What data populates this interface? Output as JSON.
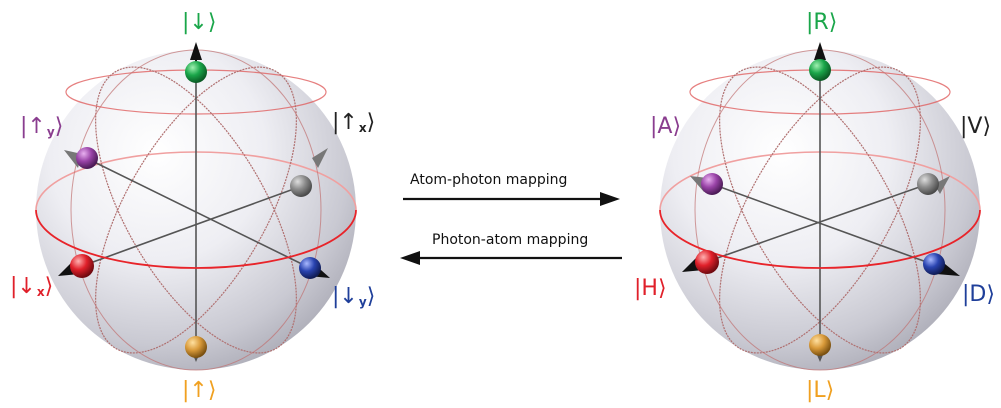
{
  "left_sphere": {
    "top": {
      "text": "|↓⟩",
      "color": "#1aa64a"
    },
    "bottom": {
      "text": "|↑⟩",
      "color": "#f0a020"
    },
    "upper_left": {
      "main": "|↑",
      "sub": "y",
      "close": "⟩",
      "color": "#8a3d8f"
    },
    "upper_right": {
      "main": "|↑",
      "sub": "x",
      "close": "⟩",
      "color": "#222222"
    },
    "lower_left": {
      "main": "|↓",
      "sub": "x",
      "close": "⟩",
      "color": "#e0202a"
    },
    "lower_right": {
      "main": "|↓",
      "sub": "y",
      "close": "⟩",
      "color": "#1f3f9a"
    }
  },
  "right_sphere": {
    "top": {
      "text": "|R⟩",
      "color": "#1aa64a"
    },
    "bottom": {
      "text": "|L⟩",
      "color": "#f0a020"
    },
    "upper_left": {
      "text": "|A⟩",
      "color": "#8a3d8f"
    },
    "upper_right": {
      "text": "|V⟩",
      "color": "#222222"
    },
    "lower_left": {
      "text": "|H⟩",
      "color": "#e0202a"
    },
    "lower_right": {
      "text": "|D⟩",
      "color": "#1f3f9a"
    }
  },
  "mapping": {
    "forward": "Atom-photon mapping",
    "backward": "Photon-atom mapping"
  },
  "colors": {
    "green": "#1aa64a",
    "orange": "#e8a030",
    "purple": "#8a3d8f",
    "grey": "#8c8c8c",
    "red": "#e0202a",
    "blue": "#1f3f9a",
    "equator": "#e8242a"
  }
}
